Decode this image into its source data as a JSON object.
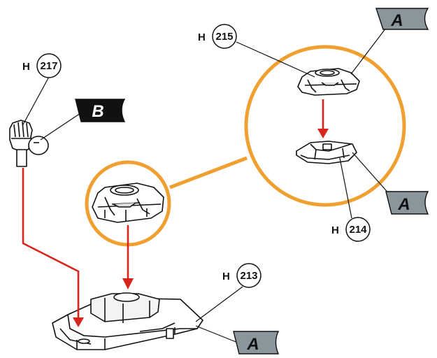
{
  "diagram": {
    "parts": [
      {
        "prefix": "H",
        "number": "213"
      },
      {
        "prefix": "H",
        "number": "214"
      },
      {
        "prefix": "H",
        "number": "215"
      },
      {
        "prefix": "H",
        "number": "217"
      }
    ],
    "flags": [
      {
        "letter": "A",
        "style": "grey"
      },
      {
        "letter": "A",
        "style": "grey"
      },
      {
        "letter": "A",
        "style": "grey"
      },
      {
        "letter": "B",
        "style": "black"
      }
    ],
    "colors": {
      "assembly_arrow": "#d9241c",
      "callout_circle": "#f0a030",
      "flag_grey": "#8b959c",
      "flag_black": "#111111",
      "outline": "#111111"
    }
  }
}
